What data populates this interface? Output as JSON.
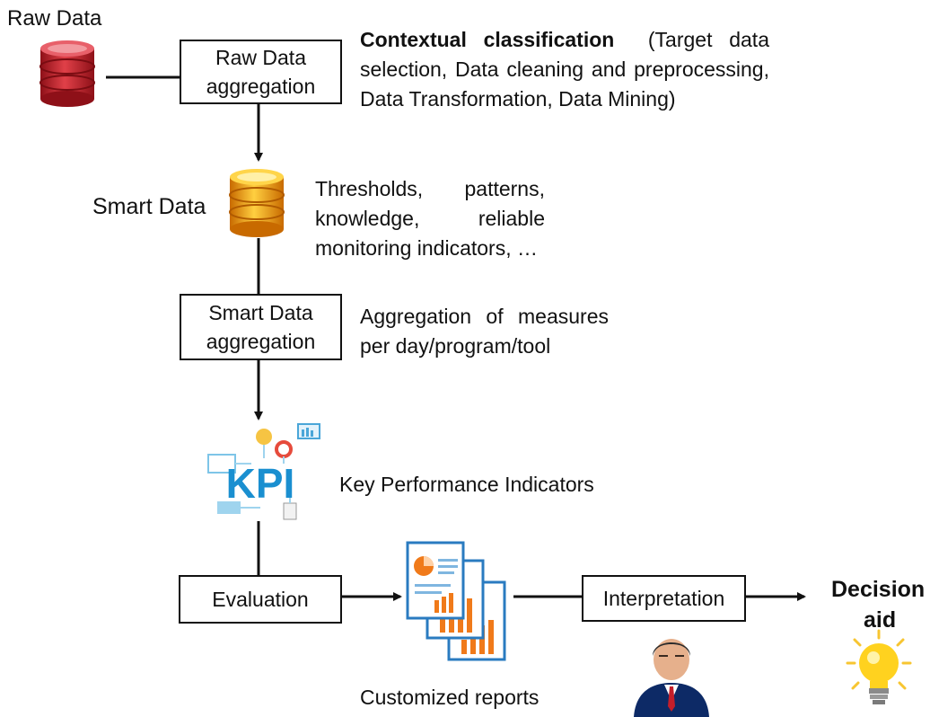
{
  "labels": {
    "raw_data": "Raw Data",
    "smart_data": "Smart Data",
    "decision_aid_line1": "Decision",
    "decision_aid_line2": "aid",
    "customized_reports": "Customized reports",
    "key_performance_indicators": "Key Performance Indicators",
    "kpi_text": "KPI"
  },
  "boxes": {
    "raw_data_aggregation": [
      "Raw Data",
      "aggregation"
    ],
    "smart_data_aggregation": [
      "Smart Data",
      "aggregation"
    ],
    "evaluation": "Evaluation",
    "interpretation": "Interpretation"
  },
  "descriptions": {
    "contextual": {
      "bold": "Contextual classification",
      "line1_rest": "(Target data",
      "line2": "selection, Data cleaning and preprocessing,",
      "line3": "Data Transformation, Data Mining)"
    },
    "smart_data": {
      "line1": "Thresholds, patterns,",
      "line2": "knowledge, reliable",
      "line3": "monitoring indicators, …"
    },
    "aggregation": {
      "line1": "Aggregation of measures",
      "line2": "per day/program/tool"
    }
  },
  "colors": {
    "raw_db": "#c8202a",
    "smart_db": "#f2a20c",
    "kpi_blue": "#1a8fd0",
    "report_orange": "#f07a1a",
    "bulb": "#ffd21f",
    "line": "#111111"
  },
  "icons": [
    "raw-database-icon",
    "smart-database-icon",
    "kpi-icon",
    "reports-icon",
    "businessman-icon",
    "lightbulb-icon"
  ]
}
